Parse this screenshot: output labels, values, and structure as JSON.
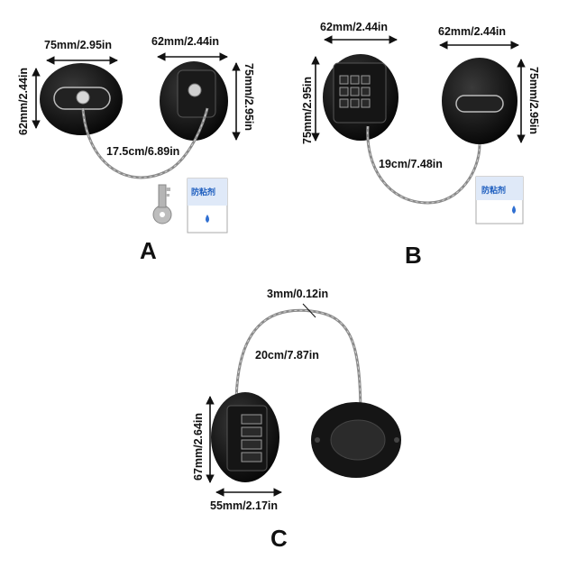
{
  "panels": [
    {
      "label": "A",
      "dims": {
        "left_width": "75mm/2.95in",
        "left_height": "62mm/2.44in",
        "right_width": "62mm/2.44in",
        "right_height": "75mm/2.95in",
        "cable": "17.5cm/6.89in"
      },
      "adhesive_title": "防粘剂"
    },
    {
      "label": "B",
      "dims": {
        "left_width": "62mm/2.44in",
        "left_height": "75mm/2.95in",
        "right_width": "62mm/2.44in",
        "right_height": "75mm/2.95in",
        "cable": "19cm/7.48in"
      },
      "adhesive_title": "防粘剂"
    },
    {
      "label": "C",
      "dims": {
        "cable_thickness": "3mm/0.12in",
        "cable": "20cm/7.87in",
        "height": "67mm/2.64in",
        "width": "55mm/2.17in"
      }
    }
  ],
  "colors": {
    "lock_body": "#111111",
    "cable": "#8a8a8a",
    "adhesive_blue": "#2f6fd1"
  }
}
